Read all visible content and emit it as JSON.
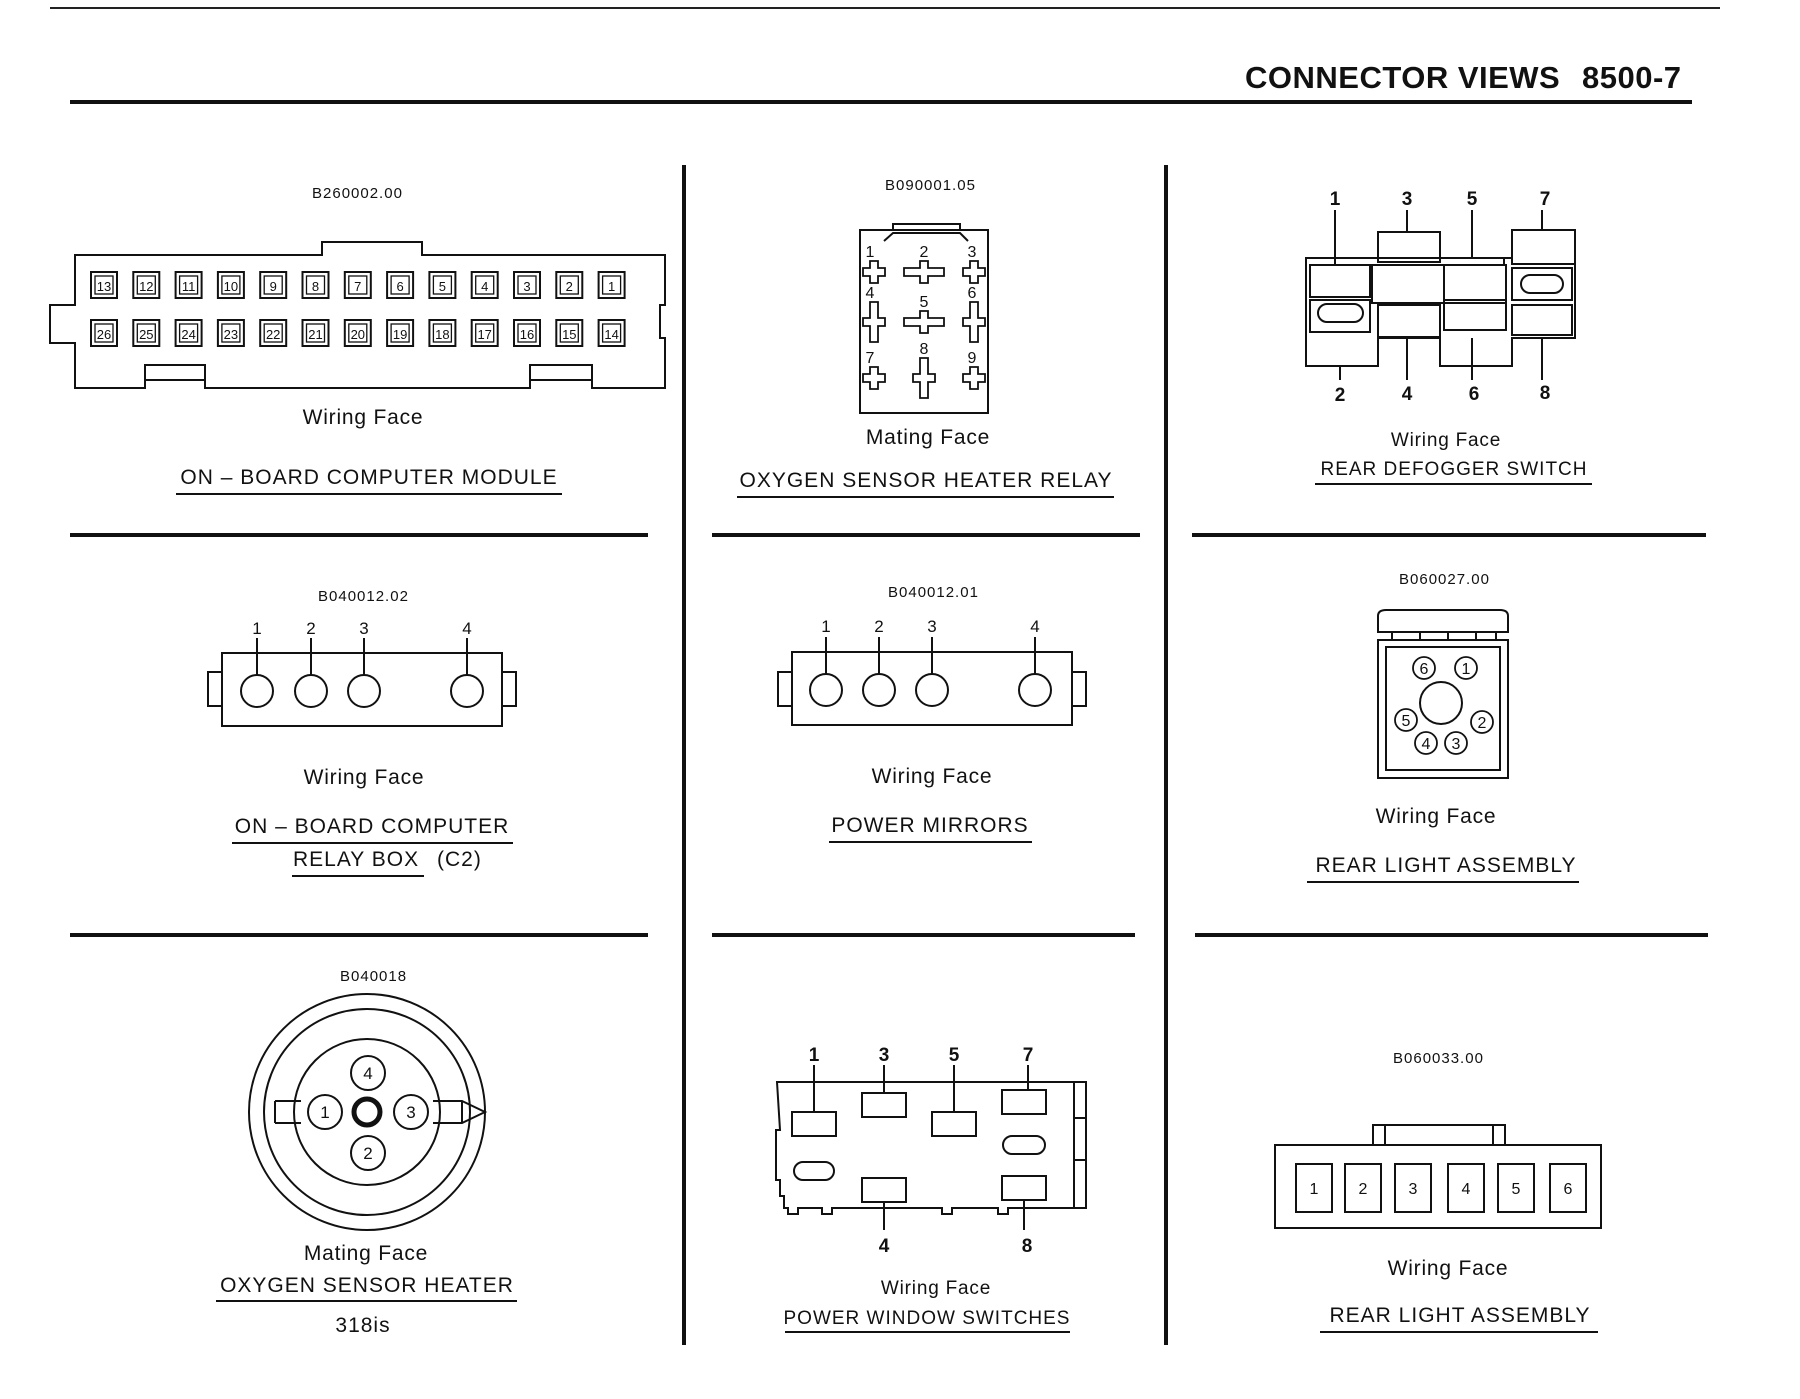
{
  "header": {
    "title": "CONNECTOR VIEWS",
    "page": "8500-7"
  },
  "panels": [
    {
      "id": "B260002.00",
      "face": "Wiring Face",
      "title": "ON – BOARD COMPUTER MODULE"
    },
    {
      "id": "B090001.05",
      "face": "Mating Face",
      "title": "OXYGEN SENSOR HEATER RELAY"
    },
    {
      "id": "",
      "face": "Wiring Face",
      "title": "REAR DEFOGGER SWITCH"
    },
    {
      "id": "B040012.02",
      "face": "Wiring Face",
      "title": "ON – BOARD COMPUTER",
      "title2": "RELAY BOX",
      "title2_suffix": "(C2)"
    },
    {
      "id": "B040012.01",
      "face": "Wiring Face",
      "title": "POWER MIRRORS"
    },
    {
      "id": "B060027.00",
      "face": "Wiring Face",
      "title": "REAR LIGHT ASSEMBLY"
    },
    {
      "id": "B040018",
      "face": "Mating Face",
      "title": "OXYGEN SENSOR HEATER",
      "note": "318is"
    },
    {
      "id": "",
      "face": "Wiring Face",
      "title": "POWER WINDOW SWITCHES"
    },
    {
      "id": "B060033.00",
      "face": "Wiring Face",
      "title": "REAR LIGHT ASSEMBLY"
    }
  ],
  "obc_pins_top": [
    "13",
    "12",
    "11",
    "10",
    "9",
    "8",
    "7",
    "6",
    "5",
    "4",
    "3",
    "2",
    "1"
  ],
  "obc_pins_bottom": [
    "26",
    "25",
    "24",
    "23",
    "22",
    "21",
    "20",
    "19",
    "18",
    "17",
    "16",
    "15",
    "14"
  ],
  "relay_pins": [
    "1",
    "2",
    "3",
    "4",
    "5",
    "6",
    "7",
    "8",
    "9"
  ],
  "defog_pins_top": [
    "1",
    "3",
    "5",
    "7"
  ],
  "defog_pins_bottom": [
    "2",
    "4",
    "6",
    "8"
  ],
  "four_pins": [
    "1",
    "2",
    "3",
    "4"
  ],
  "round6_pins": [
    "6",
    "1",
    "2",
    "3",
    "4",
    "5"
  ],
  "o2_pins": [
    "4",
    "1",
    "3",
    "2"
  ],
  "window_pins_top": [
    "1",
    "3",
    "5",
    "7"
  ],
  "window_pins_bottom": [
    "4",
    "8"
  ],
  "rear6_pins": [
    "1",
    "2",
    "3",
    "4",
    "5",
    "6"
  ]
}
